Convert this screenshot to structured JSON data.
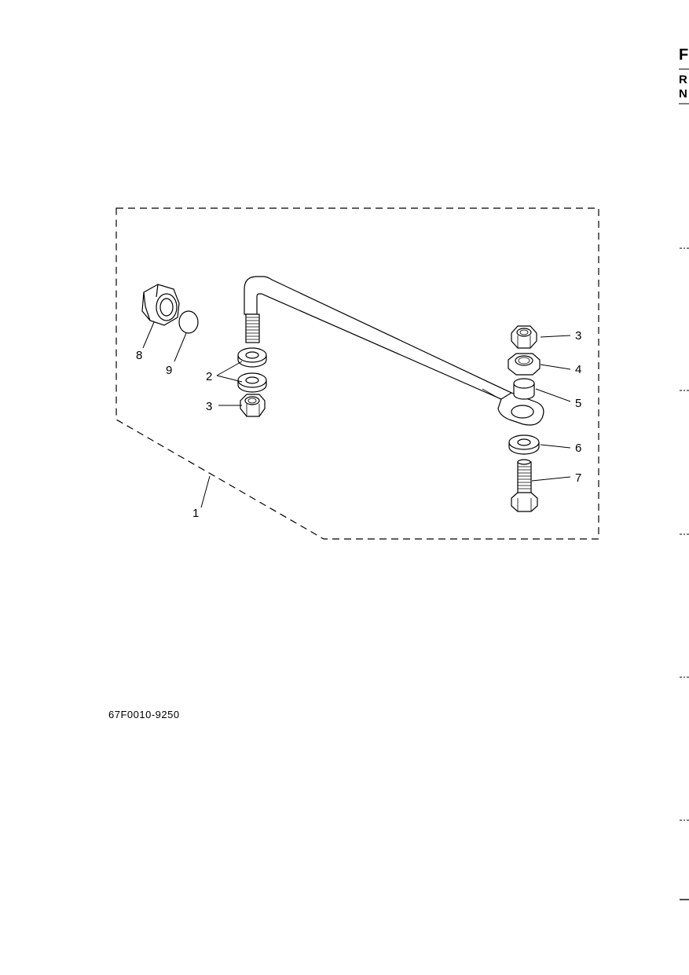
{
  "edge_text": {
    "top": "F",
    "line2": "R",
    "line3": "N"
  },
  "callouts": {
    "c1": "1",
    "c2": "2",
    "c3a": "3",
    "c3b": "3",
    "c4": "4",
    "c5": "5",
    "c6": "6",
    "c7": "7",
    "c8": "8",
    "c9": "9"
  },
  "part_number": "67F0010-9250"
}
